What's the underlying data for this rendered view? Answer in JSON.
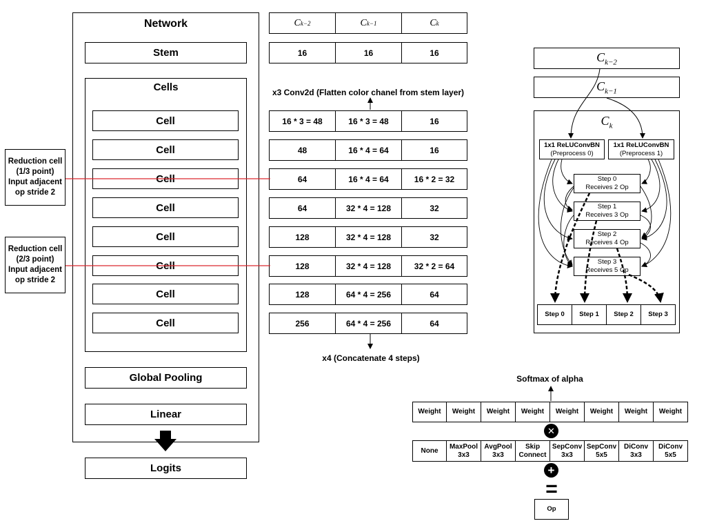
{
  "network": {
    "title": "Network",
    "stem": "Stem",
    "cells_title": "Cells",
    "cells": [
      "Cell",
      "Cell",
      "Cell",
      "Cell",
      "Cell",
      "Cell",
      "Cell",
      "Cell"
    ],
    "global_pooling": "Global Pooling",
    "linear": "Linear",
    "logits": "Logits"
  },
  "reduction_labels": [
    [
      "Reduction cell",
      "(1/3 point)",
      "Input adjacent",
      "op stride 2"
    ],
    [
      "Reduction cell",
      "(2/3 point)",
      "Input adjacent",
      "op stride 2"
    ]
  ],
  "table": {
    "headers": [
      "C",
      "C",
      "C"
    ],
    "header_subscripts": [
      "k−2",
      "k−1",
      "k"
    ],
    "stem_row": [
      "16",
      "16",
      "16"
    ],
    "top_note": "x3 Conv2d (Flatten color chanel from stem layer)",
    "rows": [
      [
        "16 * 3 = 48",
        "16 * 3 = 48",
        "16"
      ],
      [
        "48",
        "16 * 4 = 64",
        "16"
      ],
      [
        "64",
        "16 * 4 = 64",
        "16 * 2 = 32"
      ],
      [
        "64",
        "32 * 4 = 128",
        "32"
      ],
      [
        "128",
        "32 * 4 = 128",
        "32"
      ],
      [
        "128",
        "32 * 4 = 128",
        "32 * 2 = 64"
      ],
      [
        "128",
        "64 * 4 = 256",
        "64"
      ],
      [
        "256",
        "64 * 4 = 256",
        "64"
      ]
    ],
    "bottom_note": "x4 (Concatenate 4 steps)"
  },
  "cell_detail": {
    "input_labels": [
      "C",
      "C"
    ],
    "input_subscripts": [
      "k−2",
      "k−1"
    ],
    "output_label": "C",
    "output_subscript": "k",
    "preprocess": [
      [
        "1x1 ReLUConvBN",
        "(Preprocess 0)"
      ],
      [
        "1x1 ReLUConvBN",
        "(Preprocess 1)"
      ]
    ],
    "steps": [
      [
        "Step 0",
        "Receives 2 Op"
      ],
      [
        "Step 1",
        "Receives 3 Op"
      ],
      [
        "Step 2",
        "Receives 4 Op"
      ],
      [
        "Step 3",
        "Receives 5 Op"
      ]
    ],
    "outputs": [
      "Step 0",
      "Step 1",
      "Step 2",
      "Step 3"
    ]
  },
  "mixed_op": {
    "softmax_label": "Softmax of alpha",
    "weights": [
      "Weight",
      "Weight",
      "Weight",
      "Weight",
      "Weight",
      "Weight",
      "Weight",
      "Weight"
    ],
    "ops": [
      [
        "None",
        ""
      ],
      [
        "MaxPool",
        "3x3"
      ],
      [
        "AvgPool",
        "3x3"
      ],
      [
        "Skip",
        "Connect"
      ],
      [
        "SepConv",
        "3x3"
      ],
      [
        "SepConv",
        "5x5"
      ],
      [
        "DiConv",
        "3x3"
      ],
      [
        "DiConv",
        "5x5"
      ]
    ],
    "multiply_symbol": "✕",
    "add_symbol": "+",
    "equals_symbol": "=",
    "result": "Op"
  }
}
